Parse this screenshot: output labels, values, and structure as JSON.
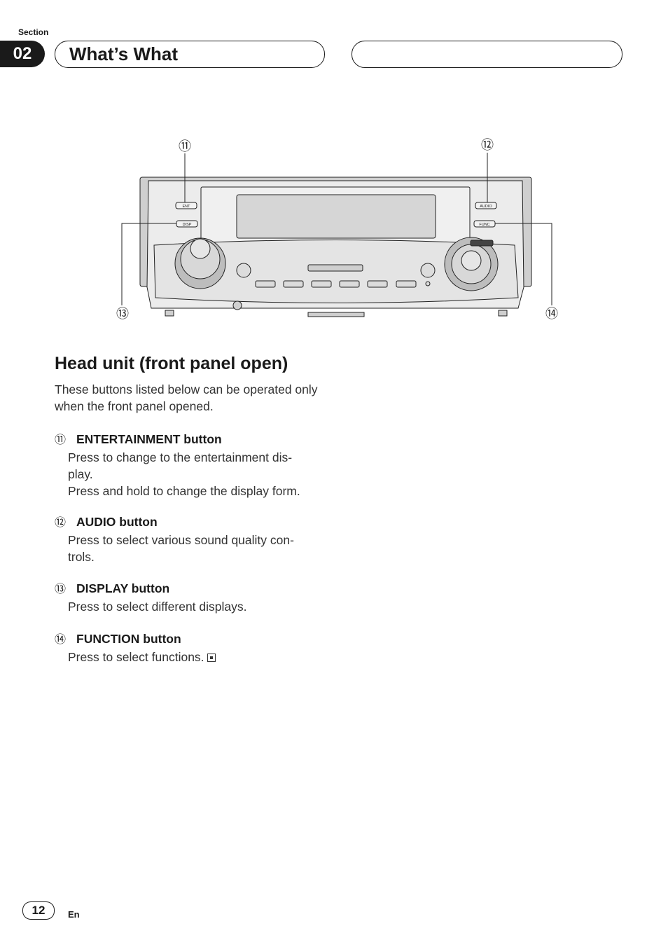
{
  "header": {
    "section_label": "Section",
    "section_number": "02",
    "title": "What’s What"
  },
  "diagram": {
    "callouts": [
      "⑪",
      "⑫",
      "⑬",
      "⑭"
    ],
    "button_labels": [
      "ENT",
      "DISP",
      "AUDIO",
      "FUNC"
    ]
  },
  "main": {
    "heading": "Head unit (front panel open)",
    "intro": "These buttons listed below can be operated only when the front panel opened.",
    "items": [
      {
        "num": "⑪",
        "title": "ENTERTAINMENT button",
        "desc": "Press to change to the entertainment dis-\nplay.\nPress and hold to change the display form."
      },
      {
        "num": "⑫",
        "title": "AUDIO button",
        "desc": "Press to select various sound quality con-\ntrols."
      },
      {
        "num": "⑬",
        "title": "DISPLAY button",
        "desc": "Press to select different displays."
      },
      {
        "num": "⑭",
        "title": "FUNCTION button",
        "desc": "Press to select functions."
      }
    ]
  },
  "footer": {
    "page": "12",
    "lang": "En"
  }
}
